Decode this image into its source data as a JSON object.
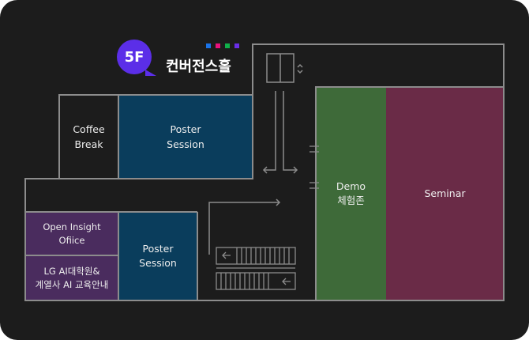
{
  "floor": {
    "badge": "5F",
    "hall_name": "컨버전스홀",
    "accent_dots": [
      "#1a73e8",
      "#e8127c",
      "#10b04a",
      "#6a2ee8"
    ]
  },
  "rooms": {
    "coffee_break": "Coffee\nBreak",
    "poster_session_top": "Poster\nSession",
    "poster_session_bottom": "Poster\nSession",
    "demo": "Demo\n체험존",
    "seminar": "Seminar",
    "open_insight_office": "Open Insight\nOfiice",
    "lg_ai": "LG AI대학원&\n계열사 AI 교육안내"
  },
  "colors": {
    "poster": "#0a3d5c",
    "demo": "#3e6a39",
    "seminar": "#6a2b47",
    "office": "#4a2c5e",
    "outline": "#8c8c8c"
  }
}
